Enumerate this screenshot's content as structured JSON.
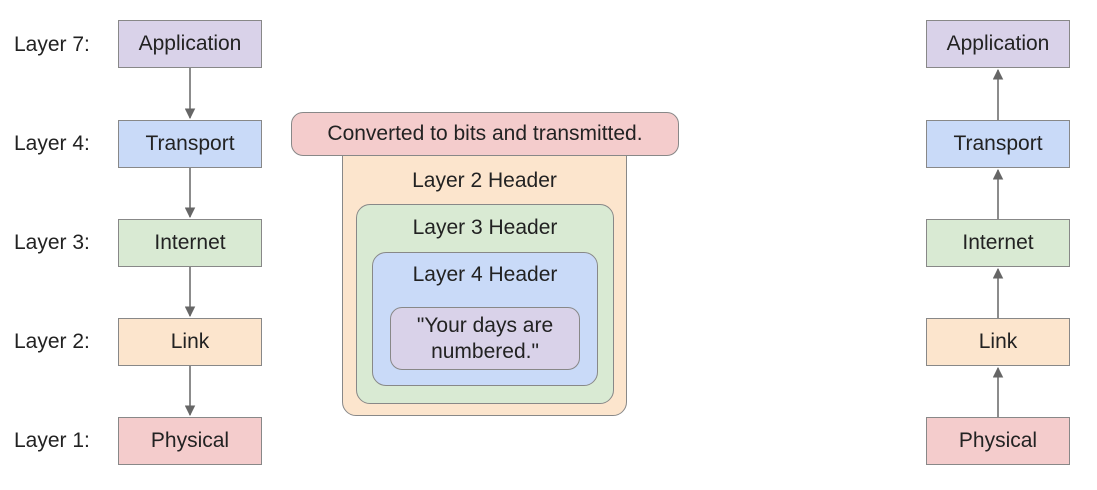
{
  "colors": {
    "application": "#d9d2e9",
    "transport": "#c9daf8",
    "internet": "#d9ead3",
    "link": "#fce5cd",
    "physical": "#f4cccc",
    "stroke": "#888888",
    "arrow": "#666666"
  },
  "layer_labels": {
    "layer7": "Layer 7:",
    "layer4": "Layer 4:",
    "layer3": "Layer 3:",
    "layer2": "Layer 2:",
    "layer1": "Layer 1:"
  },
  "sender_stack": {
    "application": "Application",
    "transport": "Transport",
    "internet": "Internet",
    "link": "Link",
    "physical": "Physical"
  },
  "receiver_stack": {
    "application": "Application",
    "transport": "Transport",
    "internet": "Internet",
    "link": "Link",
    "physical": "Physical"
  },
  "packet": {
    "banner": "Converted to bits and transmitted.",
    "layer2_header": "Layer 2 Header",
    "layer3_header": "Layer 3 Header",
    "layer4_header": "Layer 4 Header",
    "payload": "\"Your days are numbered.\""
  }
}
